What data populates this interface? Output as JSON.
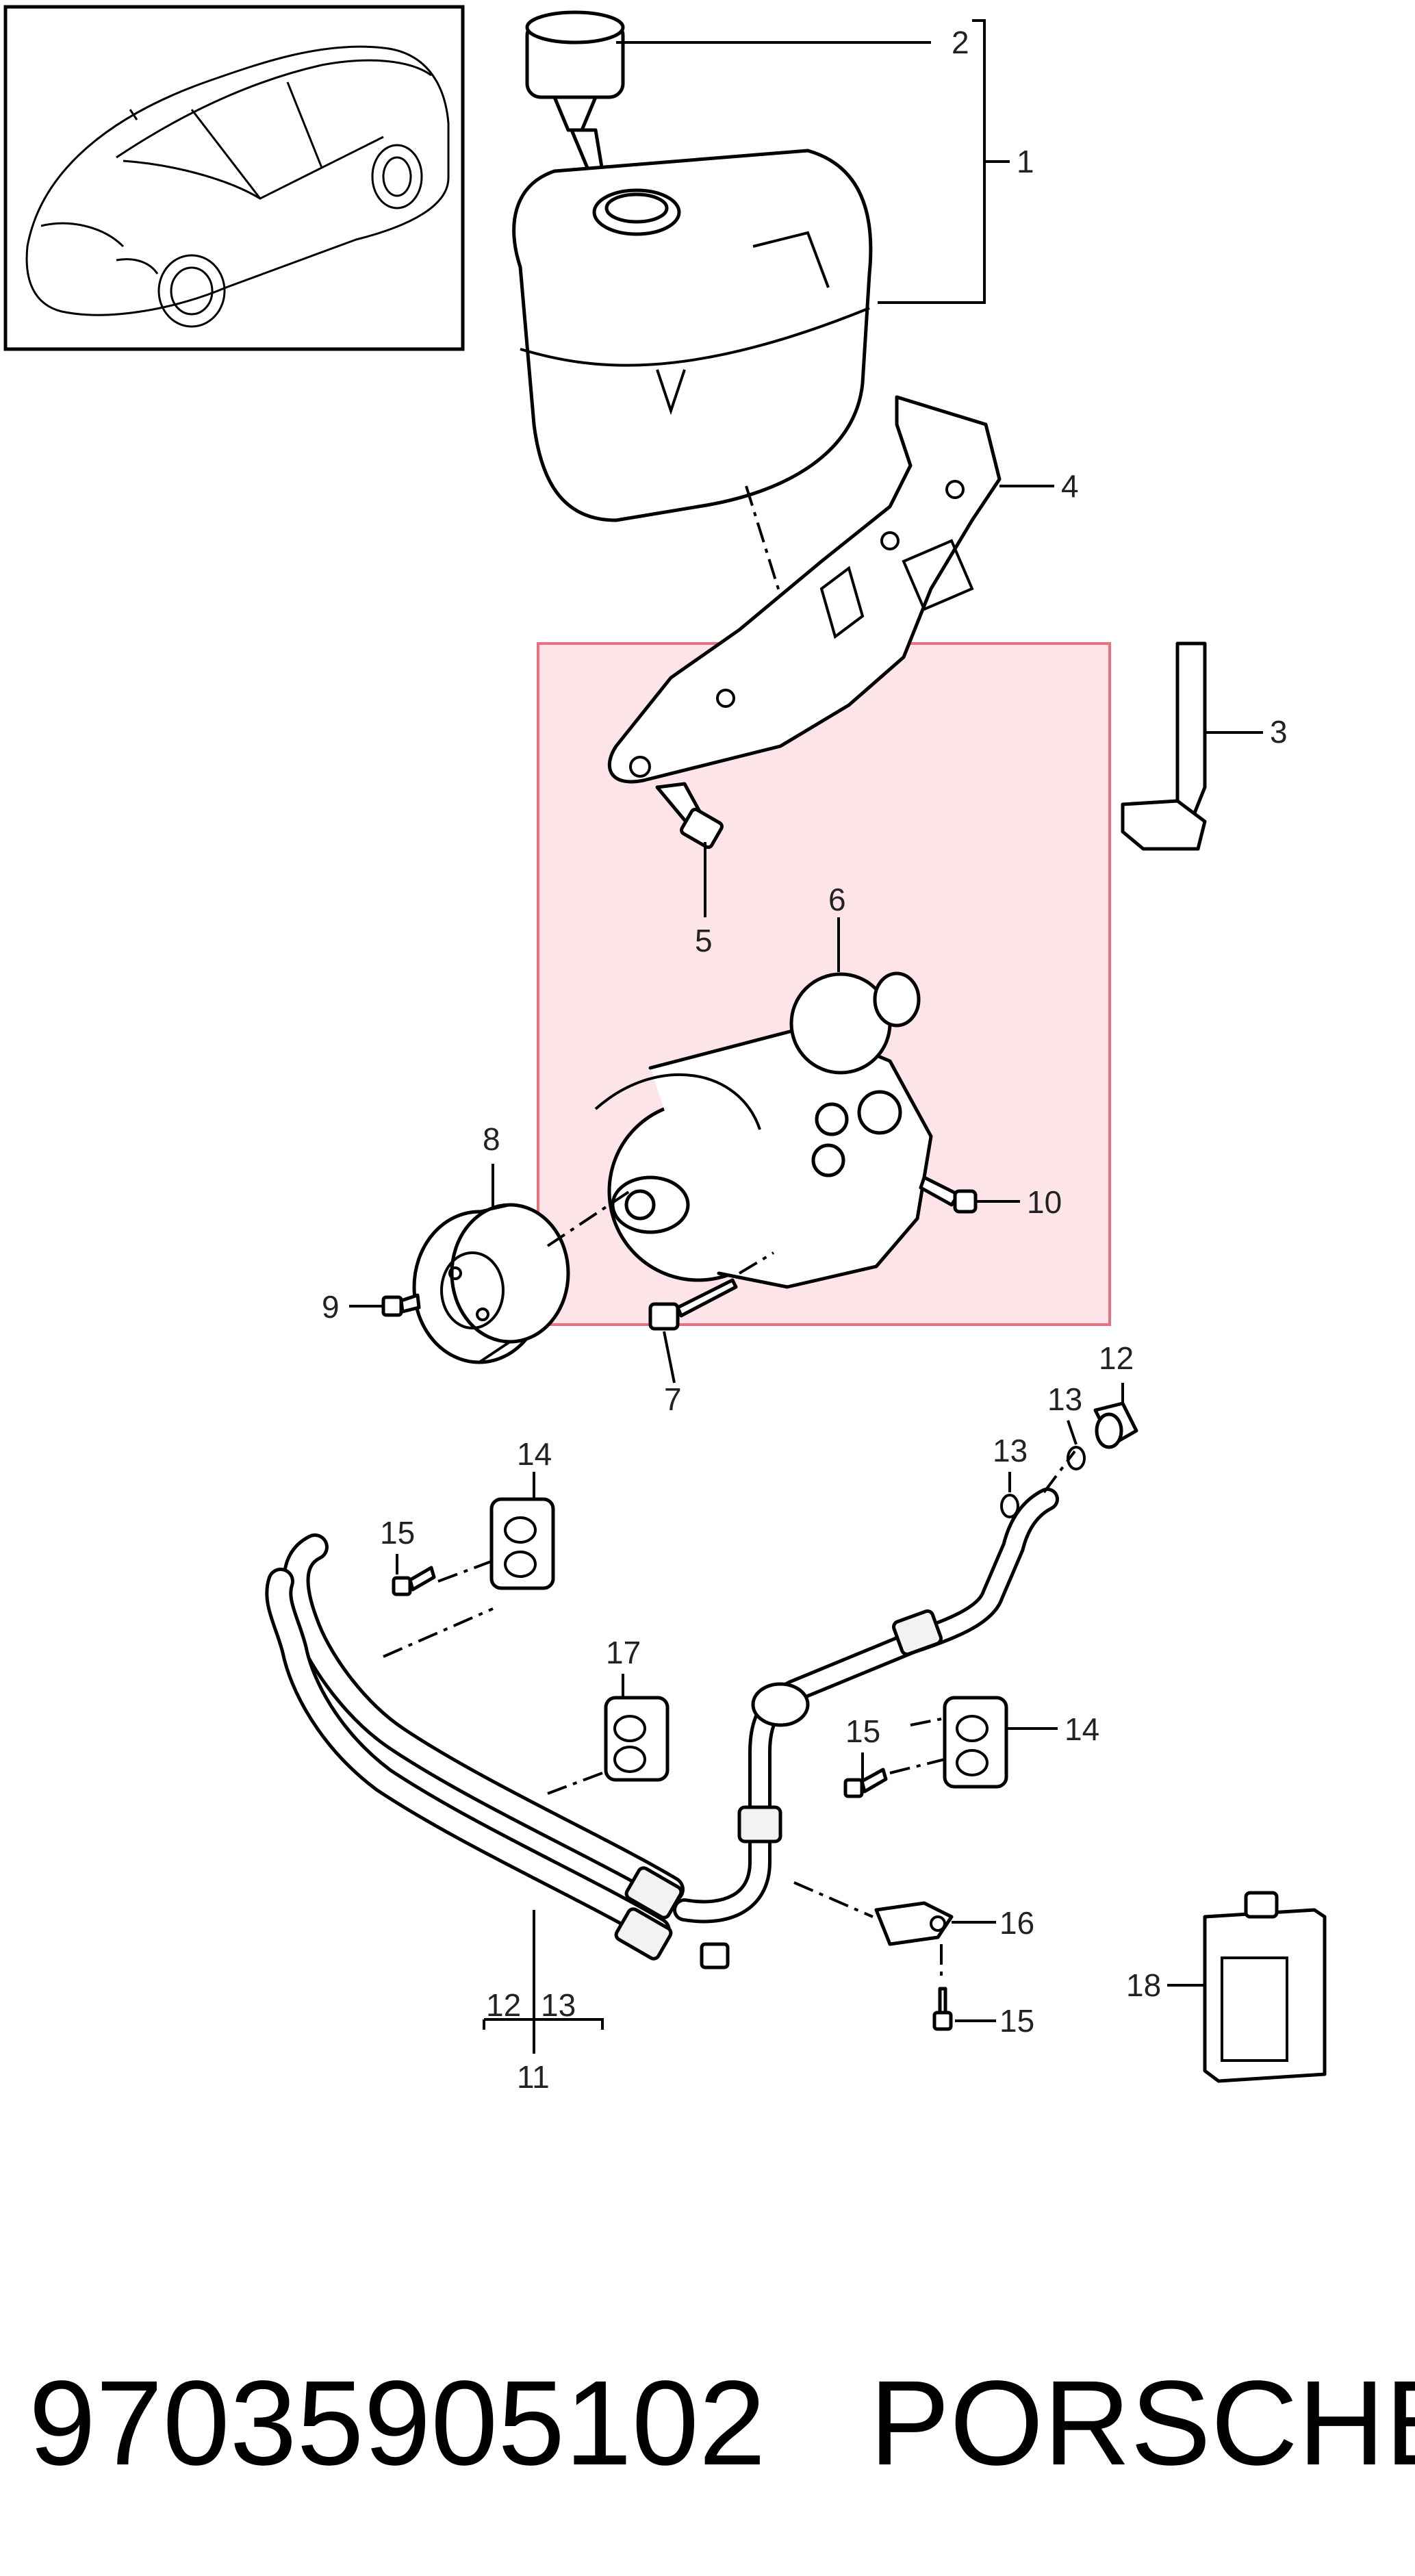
{
  "diagram": {
    "highlight_color": "#fde4e8",
    "highlight_border": "#e8707f",
    "callouts": {
      "c1": "1",
      "c2": "2",
      "c3": "3",
      "c4": "4",
      "c5": "5",
      "c6": "6",
      "c7": "7",
      "c8": "8",
      "c9": "9",
      "c10": "10",
      "c11": "11",
      "c12a": "12",
      "c12b": "12",
      "c13a": "13",
      "c13b": "13",
      "c13c": "13",
      "c14a": "14",
      "c14b": "14",
      "c15a": "15",
      "c15b": "15",
      "c15c": "15",
      "c16": "16",
      "c17": "17",
      "c18": "18"
    }
  },
  "footer": {
    "part_number": "97035905102",
    "brand": "PORSCHE"
  }
}
